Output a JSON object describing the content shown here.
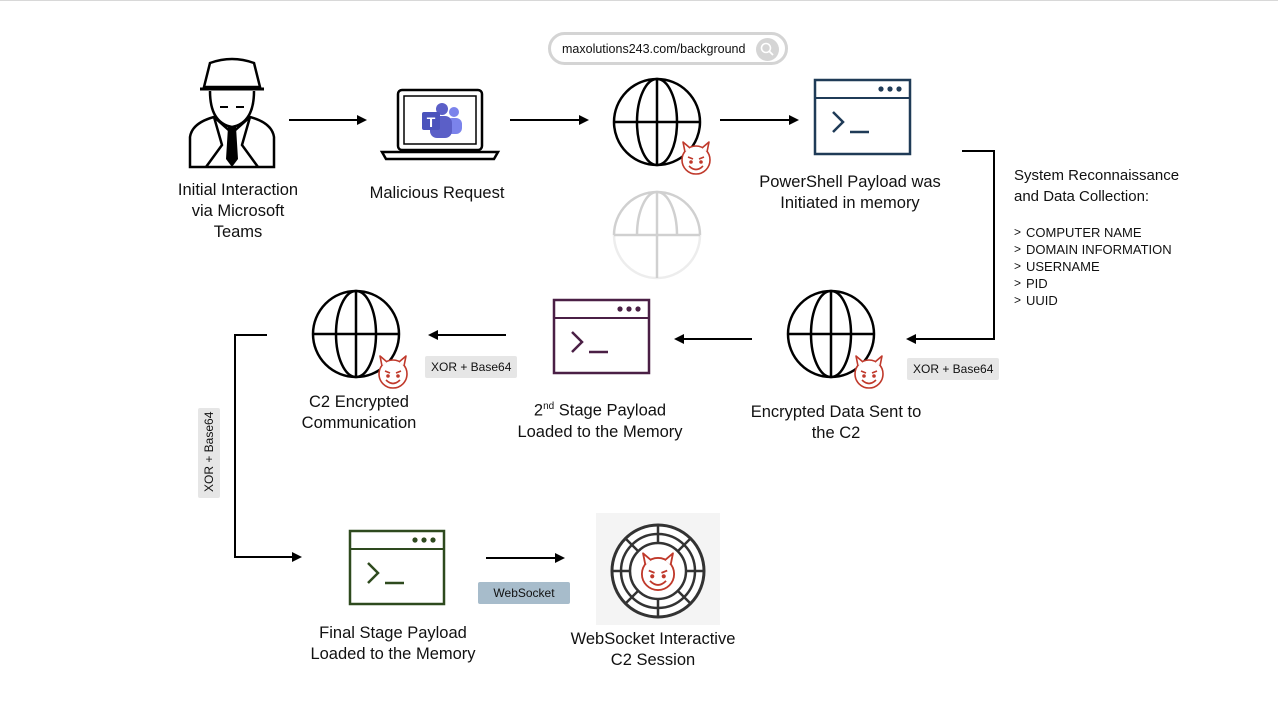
{
  "steps": {
    "initial": {
      "line1": "Initial Interaction",
      "line2": "via Microsoft",
      "line3": "Teams"
    },
    "malicious": {
      "label": "Malicious Request"
    },
    "powershell": {
      "line1": "PowerShell Payload was",
      "line2": "Initiated in memory"
    },
    "encrypted_sent": {
      "line1": "Encrypted Data Sent to",
      "line2": "the C2"
    },
    "second_stage": {
      "sup_num": "2",
      "sup": "nd",
      "line1_rest": " Stage Payload",
      "line2": "Loaded to the Memory"
    },
    "c2_comm": {
      "line1": "C2 Encrypted",
      "line2": "Communication"
    },
    "final_stage": {
      "line1": "Final Stage Payload",
      "line2": "Loaded to the Memory"
    },
    "websocket_session": {
      "line1": "WebSocket Interactive",
      "line2": "C2 Session"
    }
  },
  "url_bar": {
    "url": "maxolutions243.com/background"
  },
  "tags": {
    "xor1": "XOR + Base64",
    "xor2": "XOR + Base64",
    "xor_vertical": "XOR + Base64",
    "websocket": "WebSocket"
  },
  "recon": {
    "title_line1": "System Reconnaissance",
    "title_line2": "and Data Collection:",
    "items": [
      "COMPUTER NAME",
      "DOMAIN INFORMATION",
      "USERNAME",
      "PID",
      "UUID"
    ]
  },
  "colors": {
    "powershell_terminal": "#1f3b57",
    "second_stage_terminal": "#4a1f45",
    "final_stage_terminal": "#2e4a1e",
    "devil": "#c0392b",
    "teams_purple": "#5b5fc7"
  },
  "icons": {
    "hacker": "hacker-icon",
    "laptop": "laptop-teams-icon",
    "globe": "globe-icon",
    "devil": "devil-icon",
    "terminal": "terminal-icon",
    "c2_server": "c2-server-icon"
  }
}
